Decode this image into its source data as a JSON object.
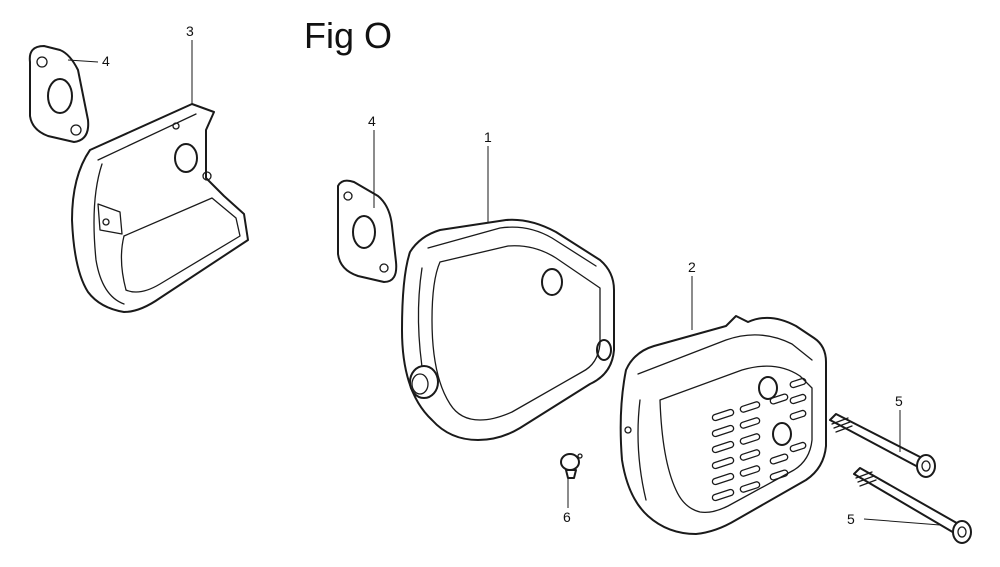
{
  "figure": {
    "title": "Fig O"
  },
  "callouts": [
    {
      "id": "c4a",
      "label": "4"
    },
    {
      "id": "c3",
      "label": "3"
    },
    {
      "id": "c4b",
      "label": "4"
    },
    {
      "id": "c1",
      "label": "1"
    },
    {
      "id": "c2",
      "label": "2"
    },
    {
      "id": "c5a",
      "label": "5"
    },
    {
      "id": "c5b",
      "label": "5"
    },
    {
      "id": "c6",
      "label": "6"
    }
  ]
}
